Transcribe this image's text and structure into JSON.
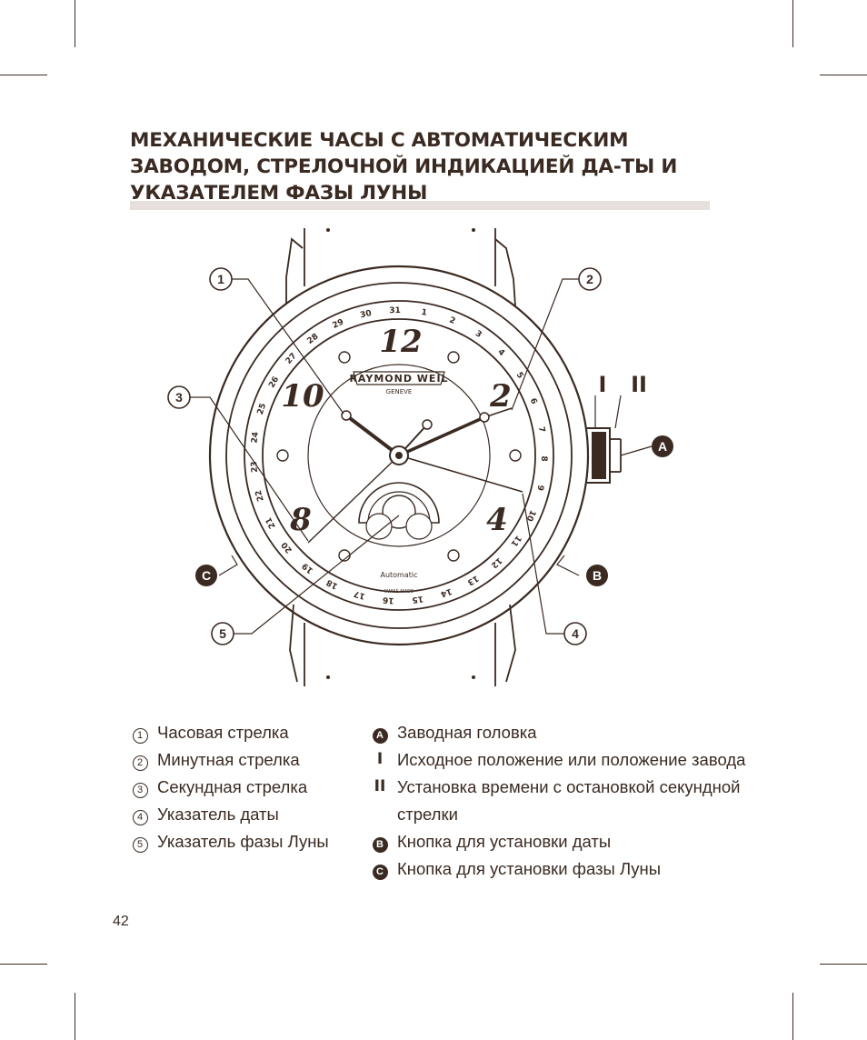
{
  "title_lines": [
    "МЕХАНИЧЕСКИЕ ЧАСЫ С АВТОМАТИЧЕСКИМ",
    "ЗАВОДОМ, СТРЕЛОЧНОЙ ИНДИКАЦИЕЙ ДА-ТЫ И",
    "УКАЗАТЕЛЕМ ФАЗЫ ЛУНЫ"
  ],
  "watch": {
    "brand": "RAYMOND WEIL",
    "brand_sub": "GENEVE",
    "moon_label": "Automatic",
    "swiss_label": "SWISS MADE",
    "hour_numerals": [
      "12",
      "2",
      "4",
      "8",
      "10"
    ],
    "date_numbers": [
      "1",
      "2",
      "3",
      "4",
      "5",
      "6",
      "7",
      "8",
      "9",
      "10",
      "11",
      "12",
      "13",
      "14",
      "15",
      "16",
      "17",
      "18",
      "19",
      "20",
      "21",
      "22",
      "23",
      "24",
      "25",
      "26",
      "27",
      "28",
      "29",
      "30",
      "31"
    ],
    "callouts": {
      "c1": "1",
      "c2": "2",
      "c3": "3",
      "c4": "4",
      "c5": "5",
      "a": "A",
      "b": "B",
      "c": "C",
      "pos1": "I",
      "pos2": "II"
    }
  },
  "legend_left": [
    {
      "mark": "1",
      "text": "Часовая стрелка"
    },
    {
      "mark": "2",
      "text": "Минутная стрелка"
    },
    {
      "mark": "3",
      "text": "Секундная стрелка"
    },
    {
      "mark": "4",
      "text": "Указатель даты"
    },
    {
      "mark": "5",
      "text": "Указатель фазы Луны"
    }
  ],
  "legend_right": [
    {
      "mark": "A",
      "text": "Заводная головка"
    },
    {
      "mark": "I",
      "text": "Исходное положение или положение завода"
    },
    {
      "mark": "II",
      "text": "Установка времени с остановкой секундной"
    },
    {
      "mark": "",
      "text": "стрелки"
    },
    {
      "mark": "B",
      "text": "Кнопка для установки даты"
    },
    {
      "mark": "C",
      "text": "Кнопка для установки фазы Луны"
    }
  ],
  "page_number": "42",
  "colors": {
    "ink": "#3a2a22",
    "title_bar": "#e6dfdc"
  }
}
